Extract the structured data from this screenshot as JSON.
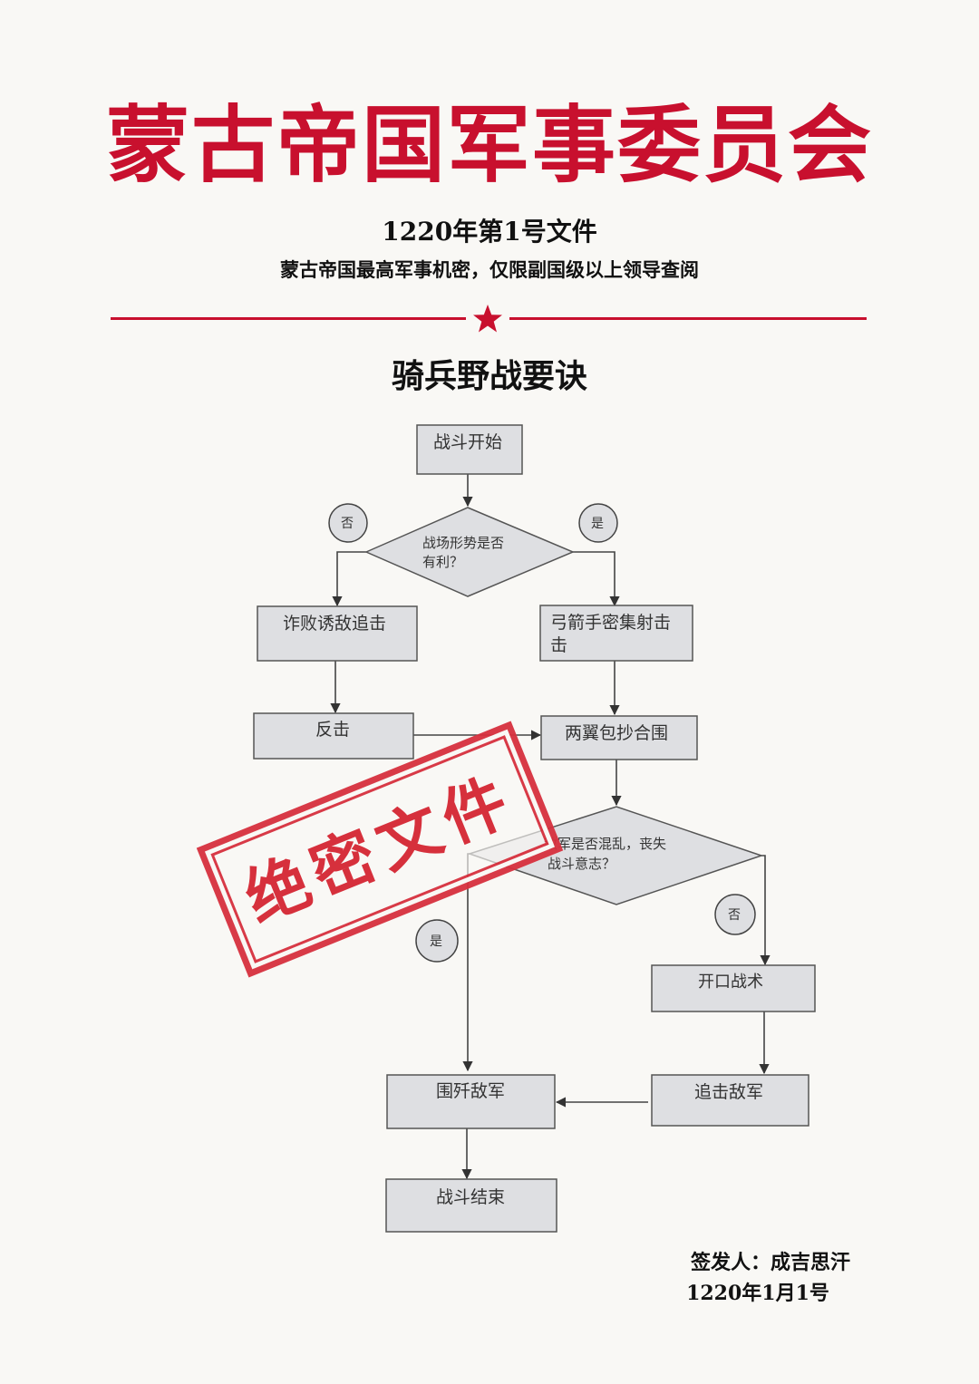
{
  "header": {
    "headline": "蒙古帝国军事委员会",
    "doc_number": "1220年第1号文件",
    "classification": "蒙古帝国最高军事机密，仅限副国级以上领导查阅"
  },
  "colors": {
    "accent_red": "#c8102e",
    "node_fill": "#dedfe2",
    "node_stroke": "#555555"
  },
  "icons": {
    "divider_ornament": "star-icon"
  },
  "document": {
    "title": "骑兵野战要诀"
  },
  "flowchart": {
    "nodes": {
      "start": "战斗开始",
      "decision1_line1": "战场形势是否",
      "decision1_line2": "有利？",
      "no1": "否",
      "yes1": "是",
      "feint": "诈败诱敌追击",
      "archers_line1": "弓箭手密集射击",
      "archers_line2": "击",
      "counter": "反击",
      "envelop": "两翼包抄合围",
      "decision2_line1": "敌军是否混乱，丧失",
      "decision2_line2": "战斗意志？",
      "no2": "否",
      "yes2": "是",
      "open": "开口战术",
      "pursue": "追击敌军",
      "annihilate": "围歼敌军",
      "end": "战斗结束"
    }
  },
  "stamp": {
    "text": "绝密文件"
  },
  "footer": {
    "signer": "签发人：成吉思汗",
    "date": "1220年1月1号"
  }
}
